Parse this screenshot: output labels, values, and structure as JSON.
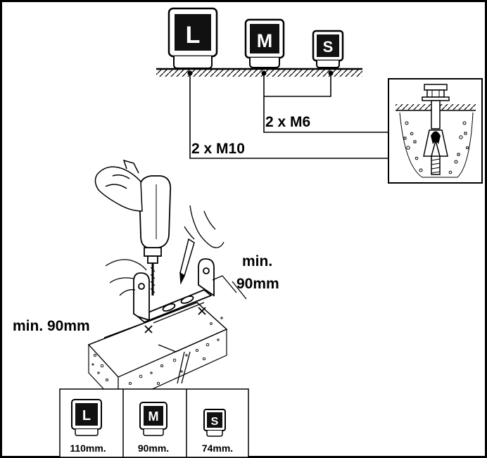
{
  "sizes": {
    "large": "L",
    "medium": "M",
    "small": "S"
  },
  "anchors": {
    "medium_small": "2 x M6",
    "large": "2 x M10"
  },
  "clearance": {
    "side_top": "min.",
    "side_bottom": "90mm",
    "front": "min. 90mm"
  },
  "depth_table": [
    {
      "size": "L",
      "depth": "110mm."
    },
    {
      "size": "M",
      "depth": "90mm."
    },
    {
      "size": "S",
      "depth": "74mm."
    }
  ],
  "colors": {
    "ink": "#000000",
    "paper": "#ffffff",
    "skin": "#ffffff"
  }
}
